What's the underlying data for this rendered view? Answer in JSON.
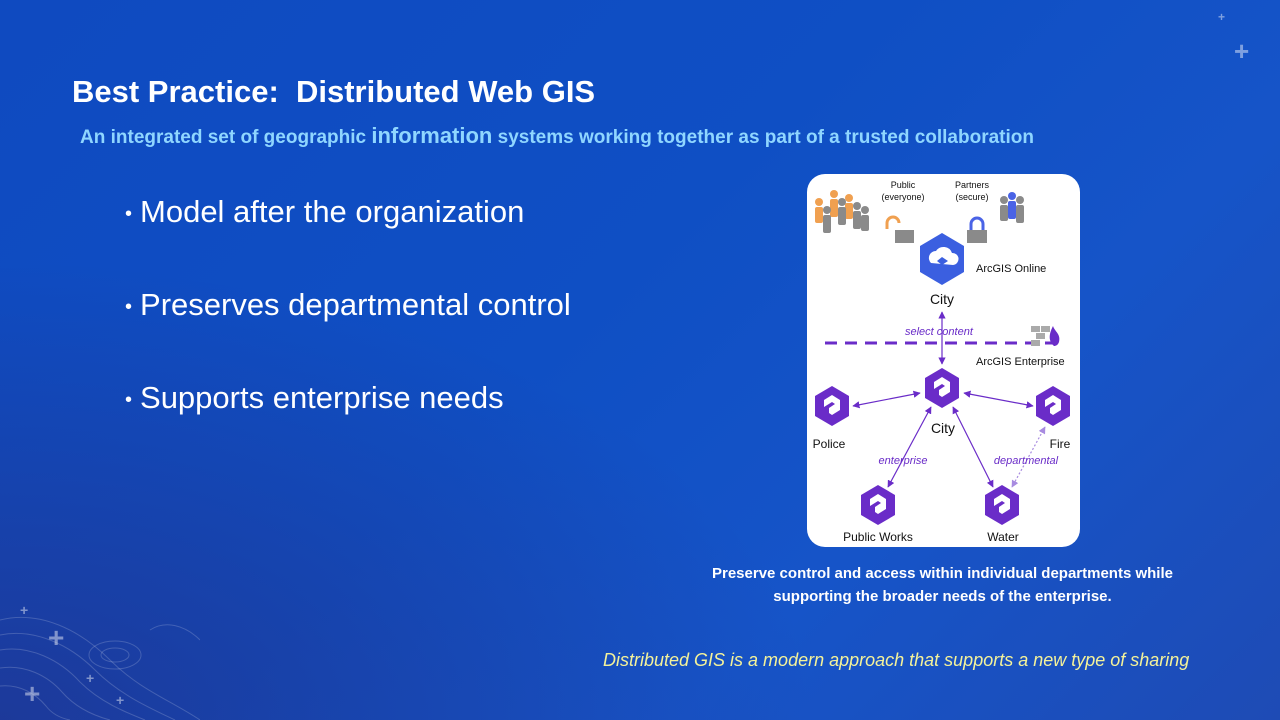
{
  "slide": {
    "title": "Best Practice:  Distributed Web GIS",
    "subtitle": {
      "before": "An integrated set of geographic ",
      "emphasis": "information",
      "after": " systems working together as part of a trusted collaboration"
    },
    "bullets": [
      "Model after the organization",
      "Preserves departmental control",
      "Supports enterprise needs"
    ],
    "caption": {
      "line1": "Preserve control and access within individual departments while",
      "line2": "supporting the broader needs of the enterprise."
    },
    "footer": "Distributed GIS is a modern approach that supports a new type of sharing"
  },
  "diagram": {
    "public_label": {
      "line1": "Public",
      "line2": "(everyone)"
    },
    "partners_label": {
      "line1": "Partners",
      "line2": "(secure)"
    },
    "arcgis_online": "ArcGIS Online",
    "arcgis_enterprise": "ArcGIS Enterprise",
    "city_online": "City",
    "select_content": "select content",
    "city_enterprise": "City",
    "police": "Police",
    "fire": "Fire",
    "public_works": "Public Works",
    "water": "Water",
    "enterprise_label": "enterprise",
    "departmental_label": "departmental"
  },
  "colors": {
    "background": "#0f4fc4",
    "subtitle": "#8fd6ff",
    "footer": "#f4f29a",
    "purple": "#6a2cc8",
    "online_blue": "#3b5fe0",
    "public_orange": "#f0a050",
    "partner_blue": "#4a63e6"
  }
}
